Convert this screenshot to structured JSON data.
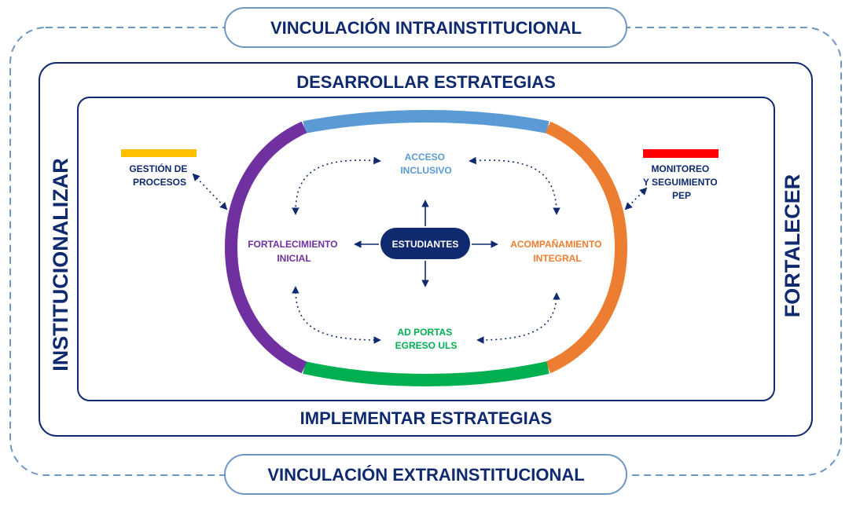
{
  "labels": {
    "top_banner": "VINCULACIÓN INTRAINSTITUCIONAL",
    "bottom_banner": "VINCULACIÓN EXTRAINSTITUCIONAL",
    "develop": "DESARROLLAR ESTRATEGIAS",
    "implement": "IMPLEMENTAR ESTRATEGIAS",
    "left_vertical": "INSTITUCIONALIZAR",
    "right_vertical": "FORTALECER",
    "process_management": [
      "GESTIÓN DE",
      "PROCESOS"
    ],
    "monitoring": [
      "MONITOREO",
      "Y SEGUIMIENTO",
      "PEP"
    ],
    "center": "ESTUDIANTES",
    "access": [
      "ACCESO",
      "INCLUSIVO"
    ],
    "strengthening": [
      "FORTALECIMIENTO",
      "INICIAL"
    ],
    "accompaniment": [
      "ACOMPAÑAMIENTO",
      "INTEGRAL"
    ],
    "graduation": [
      "AD PORTAS",
      "EGRESO ULS"
    ]
  },
  "colors": {
    "navy": "#0f2a6e",
    "dashed_border": "#6e97c4",
    "access_blue": "#5b9bd5",
    "strengthening_purple": "#7030a0",
    "accompaniment_orange": "#ed7d31",
    "graduation_green": "#00b050",
    "process_bar_yellow": "#ffc000",
    "monitoring_bar_red": "#ff0000"
  }
}
